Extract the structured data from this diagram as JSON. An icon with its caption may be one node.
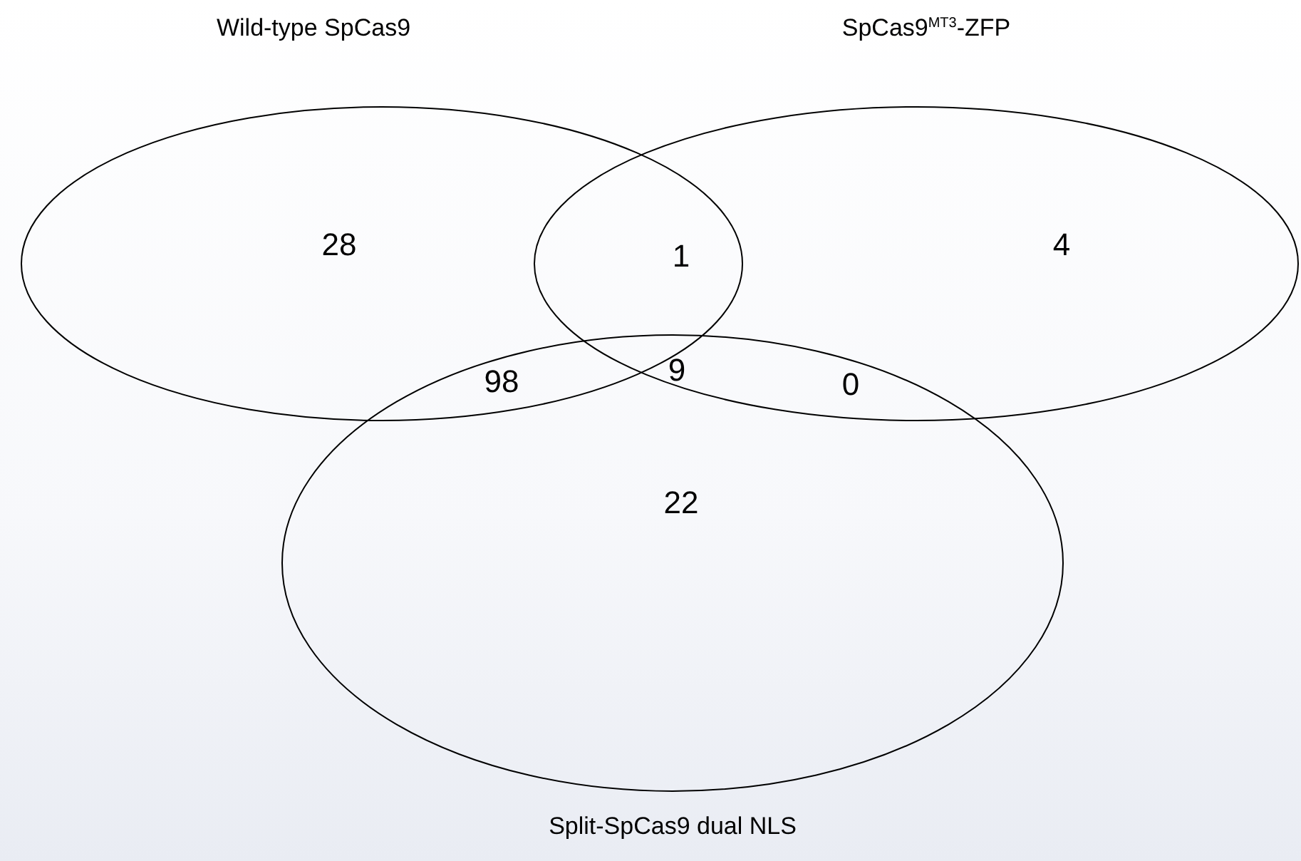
{
  "diagram": {
    "nodes": [
      {
        "text": [
          "Wild-type SpCas9",
          "28"
        ]
      },
      {
        "text": [
          "SpCas9$^{MT3}$-ZFP",
          "4"
        ]
      },
      {
        "text": [
          "22",
          "Split-SpCas9 dual NLS"
        ]
      }
    ],
    "edges": [],
    "labels": [
      "1",
      "9",
      "98",
      "0"
    ]
  }
}
